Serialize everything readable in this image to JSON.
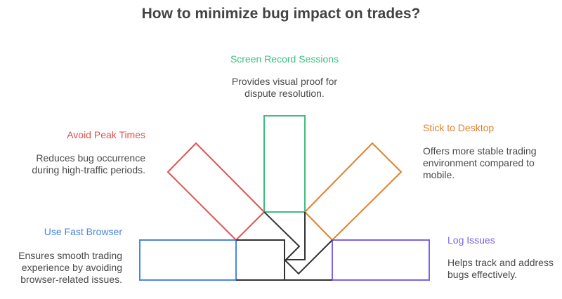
{
  "title": "How to minimize bug impact on trades?",
  "colors": {
    "avoid_peak": "#e05252",
    "screen_record": "#3dbf80",
    "stick_desktop": "#e0802d",
    "fast_browser": "#4a86e0",
    "log_issues": "#7b63e6",
    "connector": "#333333",
    "text": "#4a4a4a"
  },
  "items": [
    {
      "key": "fast_browser",
      "title": "Use Fast Browser",
      "desc": [
        "Ensures smooth trading",
        "experience by avoiding",
        "browser-related issues."
      ]
    },
    {
      "key": "avoid_peak",
      "title": "Avoid Peak Times",
      "desc": [
        "Reduces bug occurrence",
        "during high-traffic periods."
      ]
    },
    {
      "key": "screen_record",
      "title": "Screen Record Sessions",
      "desc": [
        "Provides visual proof for",
        "dispute resolution."
      ]
    },
    {
      "key": "stick_desktop",
      "title": "Stick to Desktop",
      "desc": [
        "Offers more stable trading",
        "environment compared to",
        "mobile."
      ]
    },
    {
      "key": "log_issues",
      "title": "Log Issues",
      "desc": [
        "Helps track and address",
        "bugs effectively."
      ]
    }
  ]
}
